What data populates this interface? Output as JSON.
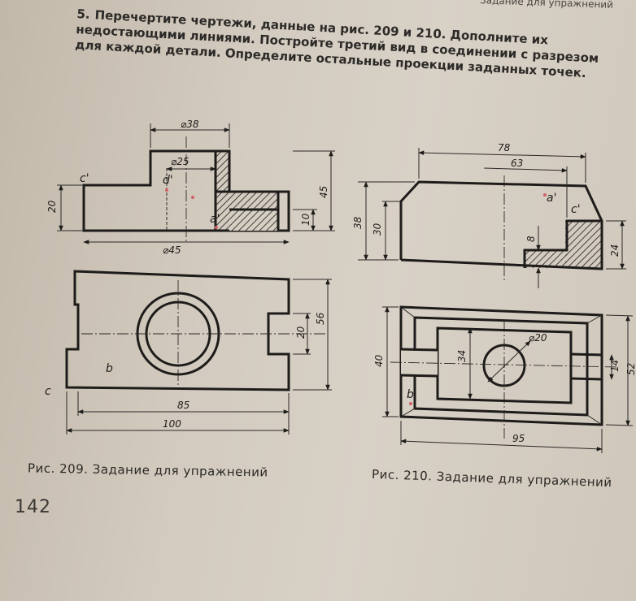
{
  "running_head": "Задание для упражнений",
  "task": {
    "number": "5.",
    "text": "Перечертите чертежи, данные на рис. 209 и 210. Дополните их недостающими линиями. Постройте третий вид в соединении с разрезом для каждой детали. Определите остальные проекции заданных точек."
  },
  "fig209": {
    "caption": "Рис. 209. Задание для упражнений",
    "dimensions": {
      "d38": "⌀38",
      "d25": "⌀25",
      "d45": "⌀45",
      "h20": "20",
      "h45": "45",
      "h10": "10",
      "w56": "56",
      "w20": "20",
      "l85": "85",
      "l100": "100"
    },
    "points": {
      "c1": "c'",
      "d1": "d'",
      "a1": "a'",
      "b": "b",
      "c": "c"
    }
  },
  "fig210": {
    "caption": "Рис. 210. Задание для упражнений",
    "dimensions": {
      "l78": "78",
      "l63": "63",
      "h38": "38",
      "h30": "30",
      "h8": "8",
      "h24": "24",
      "w40": "40",
      "w34": "34",
      "d20": "⌀20",
      "w14": "14",
      "w52": "52",
      "l95": "95"
    },
    "points": {
      "a1": "a'",
      "c1": "c'",
      "b": "b"
    }
  },
  "page_number": "142"
}
